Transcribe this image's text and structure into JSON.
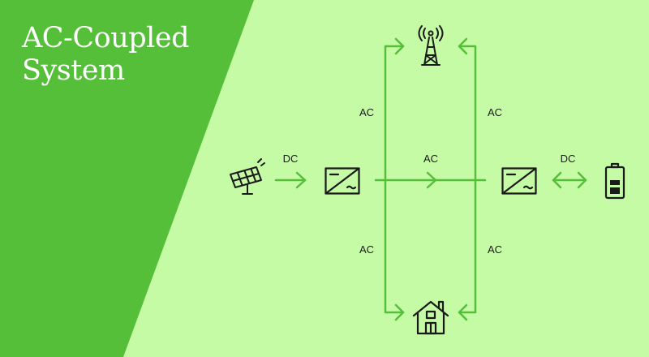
{
  "title": {
    "line1": "AC-Coupled",
    "line2": "System"
  },
  "labels": {
    "dc_solar": "DC",
    "dc_battery": "DC",
    "ac_top_left": "AC",
    "ac_top_right": "AC",
    "ac_middle": "AC",
    "ac_bottom_left": "AC",
    "ac_bottom_right": "AC"
  },
  "icons": [
    "solar-panel-icon",
    "inverter-icon",
    "grid-tower-icon",
    "house-icon",
    "battery-inverter-icon",
    "battery-icon"
  ],
  "colors": {
    "background": "#c6fba6",
    "panel": "#56bf3a",
    "line": "#56bf3a",
    "icon": "#1a1a1a",
    "title": "#ffffff"
  }
}
